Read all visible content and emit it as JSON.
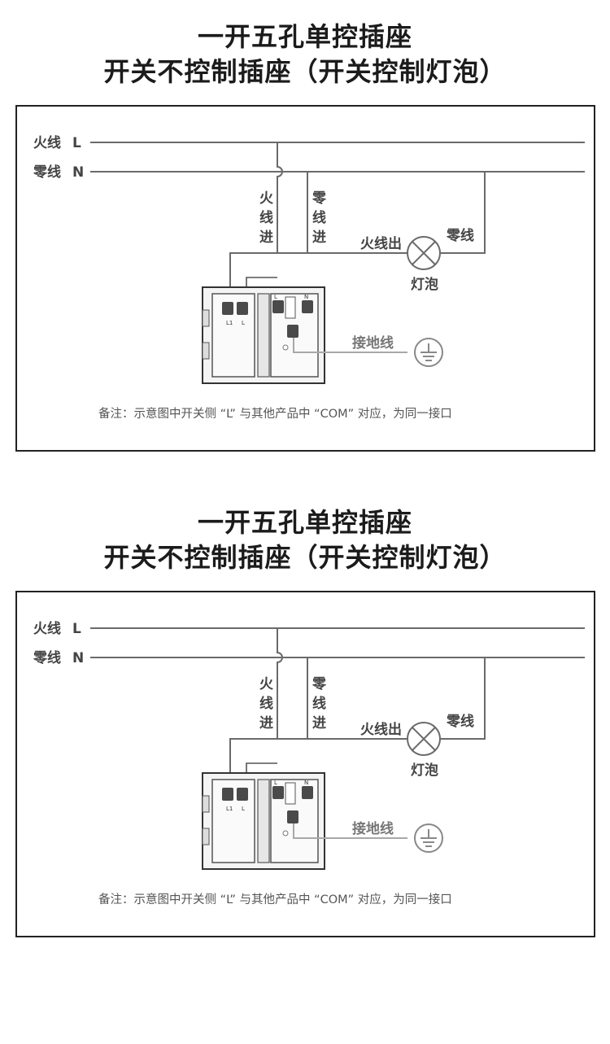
{
  "diagrams": [
    {
      "title_line1": "一开五孔单控插座",
      "title_line2": "开关不控制插座（开关控制灯泡）",
      "live_label": "火线",
      "live_letter": "L",
      "neutral_label": "零线",
      "neutral_letter": "N",
      "live_in_label": [
        "火",
        "线",
        "进"
      ],
      "neutral_in_label": [
        "零",
        "线",
        "进"
      ],
      "live_out_label": "火线出",
      "lamp_neutral_label": "零线",
      "bulb_label": "灯泡",
      "ground_label": "接地线",
      "terminal_l1": "L1",
      "terminal_l": "L",
      "terminal_socket_l": "L",
      "terminal_socket_n": "N",
      "note": "备注：示意图中开关侧 “L” 与其他产品中 “COM” 对应，为同一接口"
    },
    {
      "title_line1": "一开五孔单控插座",
      "title_line2": "开关不控制插座（开关控制灯泡）",
      "live_label": "火线",
      "live_letter": "L",
      "neutral_label": "零线",
      "neutral_letter": "N",
      "live_in_label": [
        "火",
        "线",
        "进"
      ],
      "neutral_in_label": [
        "零",
        "线",
        "进"
      ],
      "live_out_label": "火线出",
      "lamp_neutral_label": "零线",
      "bulb_label": "灯泡",
      "ground_label": "接地线",
      "terminal_l1": "L1",
      "terminal_l": "L",
      "terminal_socket_l": "L",
      "terminal_socket_n": "N",
      "note": "备注：示意图中开关侧 “L” 与其他产品中 “COM” 对应，为同一接口"
    }
  ]
}
